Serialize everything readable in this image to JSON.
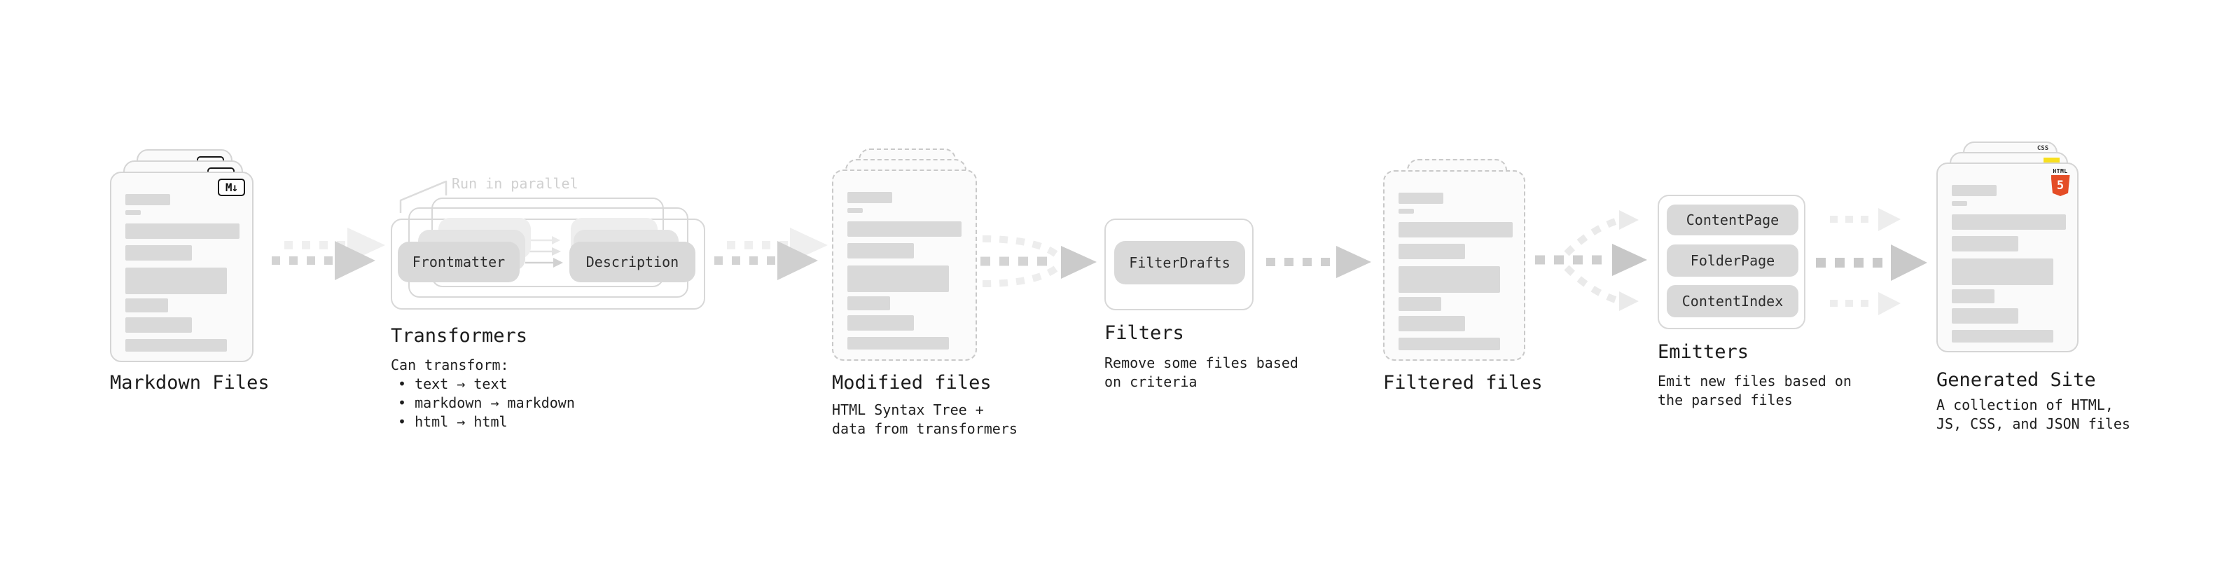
{
  "diagram": {
    "markdown": {
      "title": "Markdown Files",
      "badge_label": "M↓"
    },
    "transformers": {
      "title": "Transformers",
      "parallel_note": "Run in parallel",
      "pill_frontmatter": "Frontmatter",
      "pill_description": "Description",
      "caption_heading": "Can transform:",
      "bullets": [
        "• text → text",
        "• markdown → markdown",
        "• html → html"
      ]
    },
    "modified": {
      "title": "Modified files",
      "caption": [
        "HTML Syntax Tree +",
        "data from transformers"
      ]
    },
    "filters": {
      "title": "Filters",
      "pill": "FilterDrafts",
      "caption": [
        "Remove some files based",
        "on criteria"
      ]
    },
    "filtered": {
      "title": "Filtered files"
    },
    "emitters": {
      "title": "Emitters",
      "pills": [
        "ContentPage",
        "FolderPage",
        "ContentIndex"
      ],
      "caption": [
        "Emit new files based on",
        "the parsed files"
      ]
    },
    "generated": {
      "title": "Generated Site",
      "caption": [
        "A collection of HTML,",
        "JS, CSS, and JSON files"
      ],
      "css_badge_word": "CSS",
      "html_badge_word": "HTML",
      "html_badge_number": "5"
    },
    "colors": {
      "html5_orange": "#e44d26",
      "js_yellow": "#f7df1e",
      "css_blue": "#2f6bf2",
      "pill_gray": "#d9d9d9",
      "arrow_gray": "#d0d0d0",
      "note_gray": "#d0d0d0"
    }
  }
}
